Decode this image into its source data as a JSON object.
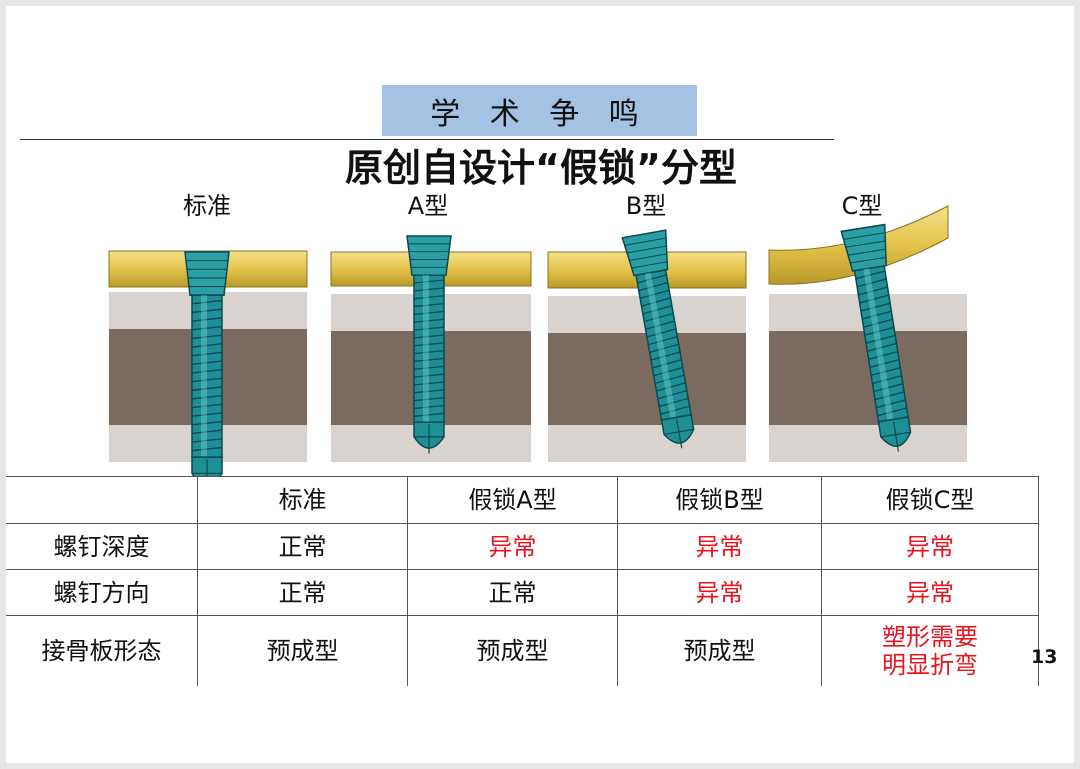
{
  "slide": {
    "section_tag": "学 术 争 鸣",
    "title": "原创自设计“假锁”分型",
    "page_number": "13"
  },
  "panels": [
    {
      "label": "标准"
    },
    {
      "label": "A型"
    },
    {
      "label": "B型"
    },
    {
      "label": "C型"
    }
  ],
  "colors": {
    "plate_gold": "#e3c34a",
    "bone_light": "#d9d3d0",
    "bone_dark": "#7b6a60",
    "screw_teal": "#1e8f96",
    "abnormal_text": "#e8141e",
    "tag_blue": "#a4c2e4"
  },
  "table": {
    "header": [
      "",
      "标准",
      "假锁A型",
      "假锁B型",
      "假锁C型"
    ],
    "rows": [
      {
        "label": "螺钉深度",
        "cells": [
          {
            "text": "正常",
            "abnormal": false
          },
          {
            "text": "异常",
            "abnormal": true
          },
          {
            "text": "异常",
            "abnormal": true
          },
          {
            "text": "异常",
            "abnormal": true
          }
        ]
      },
      {
        "label": "螺钉方向",
        "cells": [
          {
            "text": "正常",
            "abnormal": false
          },
          {
            "text": "正常",
            "abnormal": false
          },
          {
            "text": "异常",
            "abnormal": true
          },
          {
            "text": "异常",
            "abnormal": true
          }
        ]
      },
      {
        "label": "接骨板形态",
        "cells": [
          {
            "text": "预成型",
            "abnormal": false
          },
          {
            "text": "预成型",
            "abnormal": false
          },
          {
            "text": "预成型",
            "abnormal": false
          },
          {
            "text": "塑形需要\n明显折弯",
            "abnormal": true
          }
        ]
      }
    ]
  }
}
